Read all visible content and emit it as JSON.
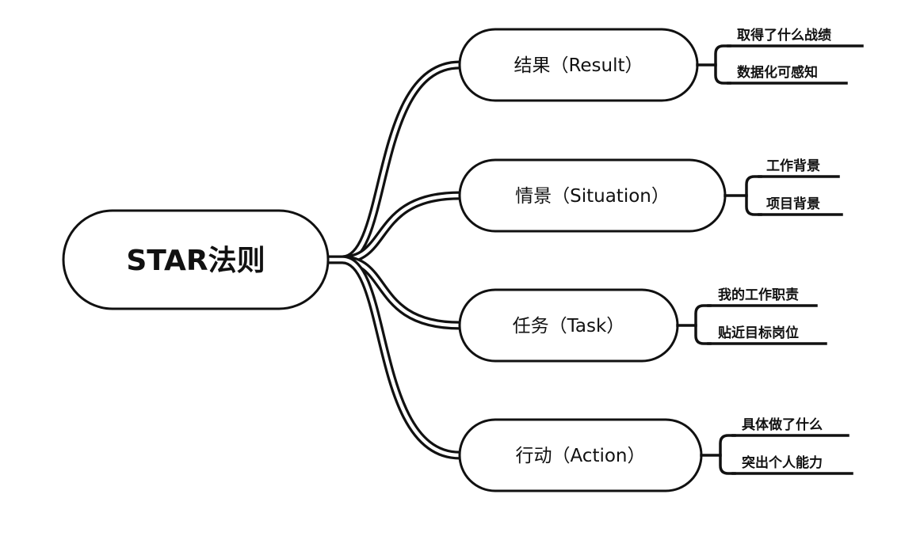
{
  "root": {
    "label": "STAR法则"
  },
  "branches": [
    {
      "id": "result",
      "label": "结果（Result）",
      "leaves": [
        "取得了什么战绩",
        "数据化可感知"
      ]
    },
    {
      "id": "situation",
      "label": "情景（Situation）",
      "leaves": [
        "工作背景",
        "项目背景"
      ]
    },
    {
      "id": "task",
      "label": "任务（Task）",
      "leaves": [
        "我的工作职责",
        "贴近目标岗位"
      ]
    },
    {
      "id": "action",
      "label": "行动（Action）",
      "leaves": [
        "具体做了什么",
        "突出个人能力"
      ]
    }
  ]
}
